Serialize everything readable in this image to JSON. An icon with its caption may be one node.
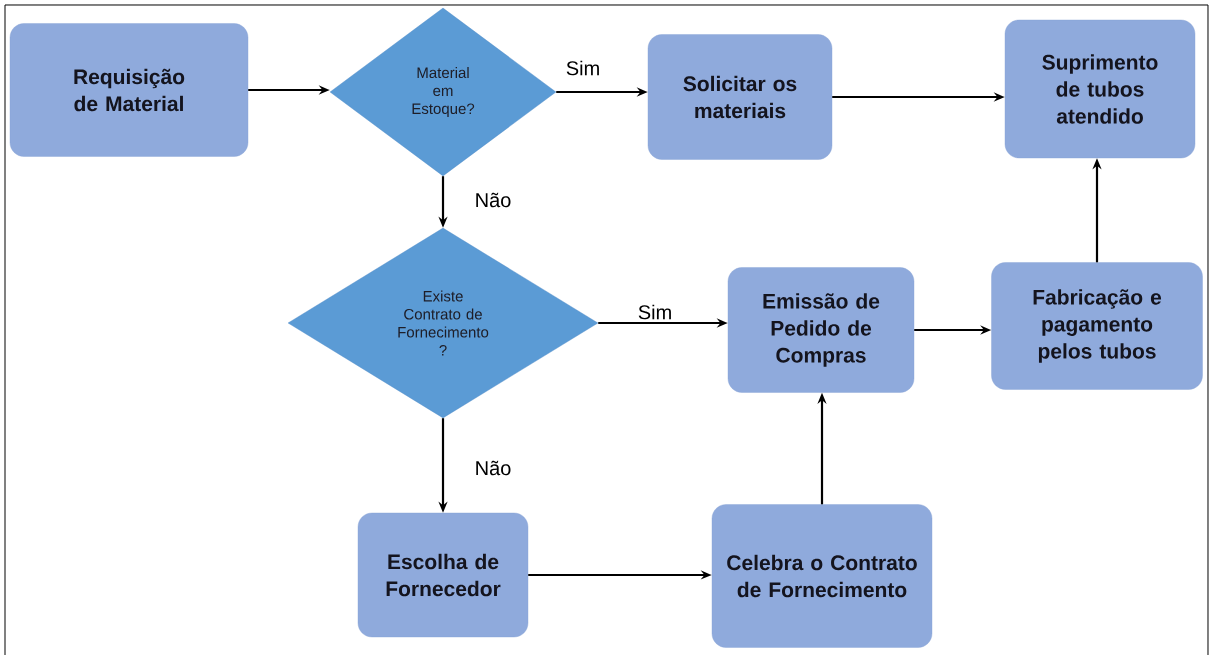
{
  "diagram": {
    "nodes": [
      {
        "text": [
          "Requisição de Material"
        ]
      },
      {
        "text": [
          "Material em Estoque?"
        ]
      },
      {
        "text": [
          "Solicitar os materiais"
        ]
      },
      {
        "text": [
          "Suprimento de tubos atendido"
        ]
      },
      {
        "text": [
          "Existe Contrato de Fornecimento ?"
        ]
      },
      {
        "text": [
          "Emissão de Pedido de Compras"
        ]
      },
      {
        "text": [
          "Fabricação e pagamento pelos tubos"
        ]
      },
      {
        "text": [
          "Escolha de Fornecedor"
        ]
      },
      {
        "text": [
          "Celebra o Contrato de Fornecimento"
        ]
      }
    ],
    "edges": [
      {
        "from": 0,
        "to": 1,
        "arrow": "to"
      },
      {
        "from": 1,
        "to": 2,
        "arrow": "to",
        "label": "Sim"
      },
      {
        "from": 2,
        "to": 3,
        "arrow": "to"
      },
      {
        "from": 1,
        "to": 4,
        "arrow": "to",
        "label": "Não"
      },
      {
        "from": 4,
        "to": 5,
        "arrow": "to",
        "label": "Sim"
      },
      {
        "from": 5,
        "to": 6,
        "arrow": "to"
      },
      {
        "from": 6,
        "to": 3,
        "arrow": "to"
      },
      {
        "from": 4,
        "to": 7,
        "arrow": "to",
        "label": "Não"
      },
      {
        "from": 7,
        "to": 8,
        "arrow": "to"
      },
      {
        "from": 8,
        "to": 5,
        "arrow": "to"
      }
    ]
  }
}
